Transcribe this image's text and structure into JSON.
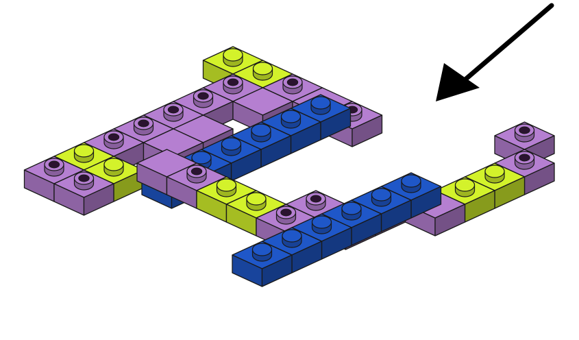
{
  "diagram": {
    "subject": "brick-assembly-step",
    "arrow_icon": "arrow-down-left-icon",
    "colors": {
      "purple": "#b57fd1",
      "lime": "#d3f22b",
      "blue": "#1f57c8",
      "outline": "#1a1a1a",
      "stud_hole": "#2b1330",
      "arrow": "#000000"
    },
    "parts": [
      {
        "name": "left-frame-assembly",
        "color": "purple",
        "piece": "l-shaped-plate-frame",
        "accent": "lime"
      },
      {
        "name": "upper-blue-plate",
        "color": "blue",
        "piece": "1x6-plate",
        "studs": 6
      },
      {
        "name": "lower-blue-plate",
        "color": "blue",
        "piece": "1x6-plate",
        "studs": 6
      },
      {
        "name": "right-frame-assembly",
        "color": "purple",
        "piece": "l-shaped-plate-frame",
        "accent": "lime"
      }
    ]
  }
}
